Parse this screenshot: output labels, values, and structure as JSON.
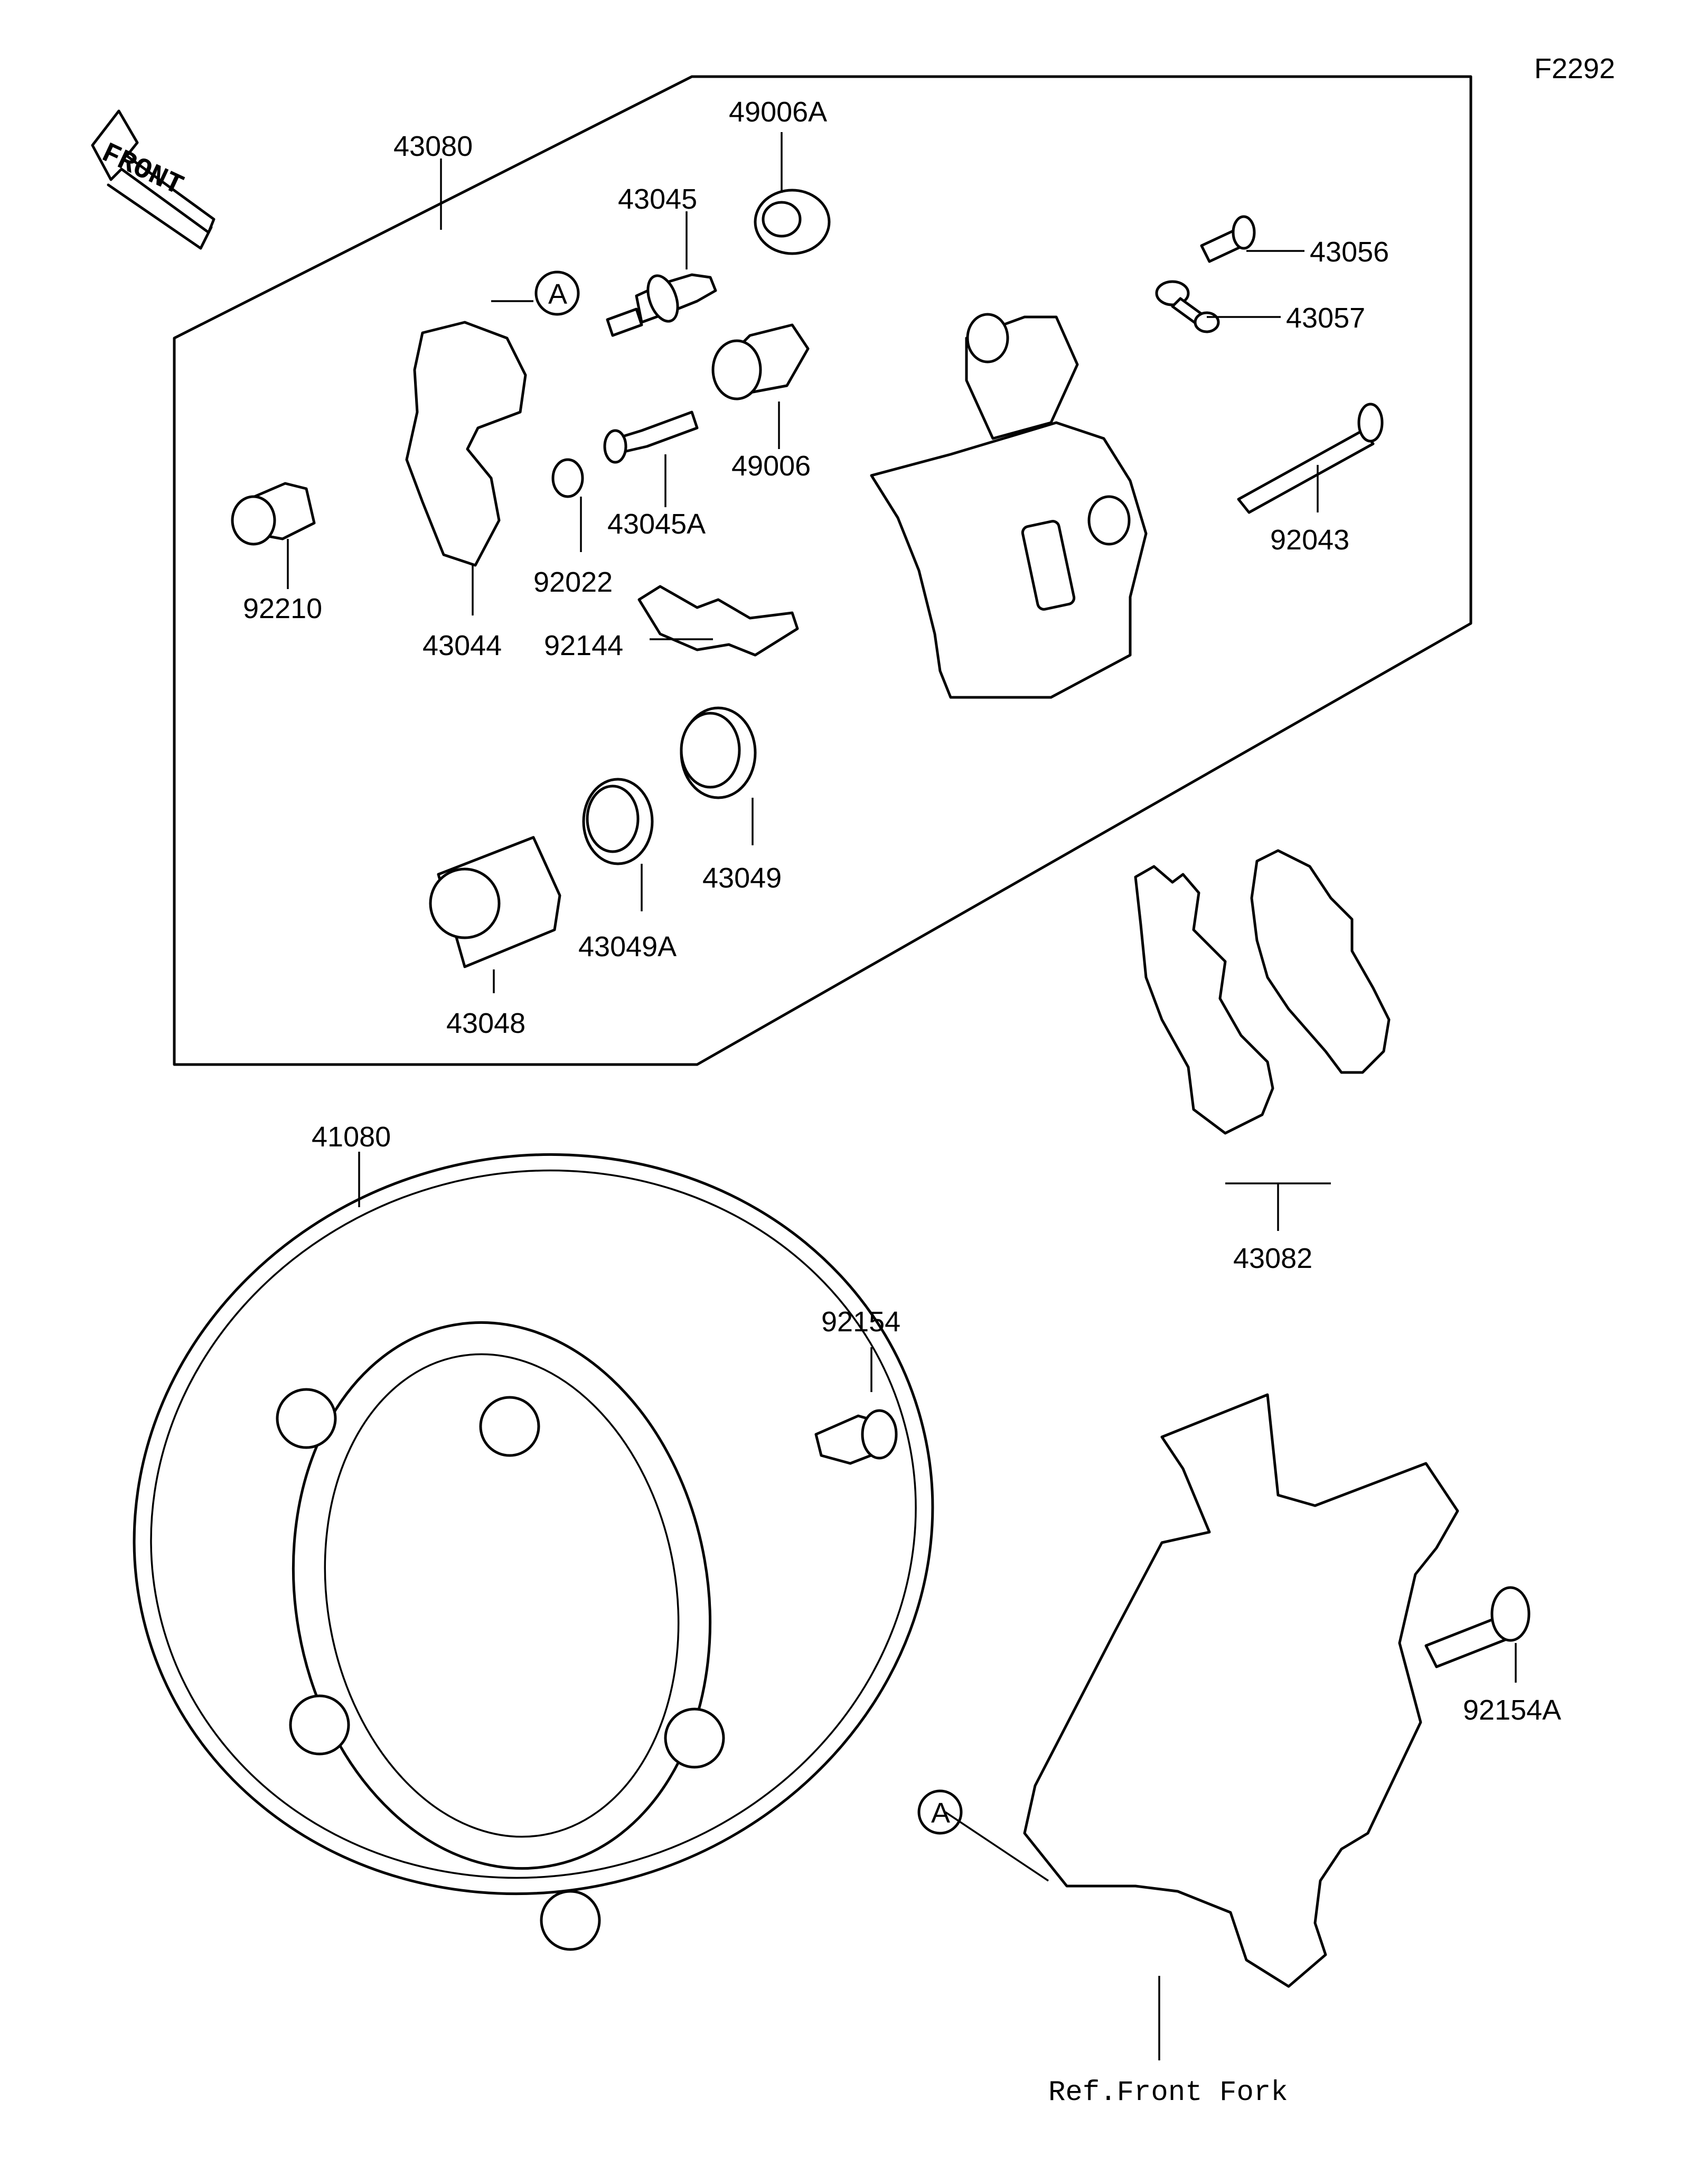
{
  "figure_code": "F2292",
  "direction_badge": "FRONT",
  "callout_letter": "A",
  "reference_label": "Ref.Front Fork",
  "parts": [
    {
      "id": "43080"
    },
    {
      "id": "49006A"
    },
    {
      "id": "43045"
    },
    {
      "id": "43056"
    },
    {
      "id": "43057"
    },
    {
      "id": "92043"
    },
    {
      "id": "49006"
    },
    {
      "id": "43045A"
    },
    {
      "id": "92210"
    },
    {
      "id": "43044"
    },
    {
      "id": "92022"
    },
    {
      "id": "92144"
    },
    {
      "id": "43049"
    },
    {
      "id": "43049A"
    },
    {
      "id": "43048"
    },
    {
      "id": "43082"
    },
    {
      "id": "41080"
    },
    {
      "id": "92154"
    },
    {
      "id": "92154A"
    }
  ]
}
